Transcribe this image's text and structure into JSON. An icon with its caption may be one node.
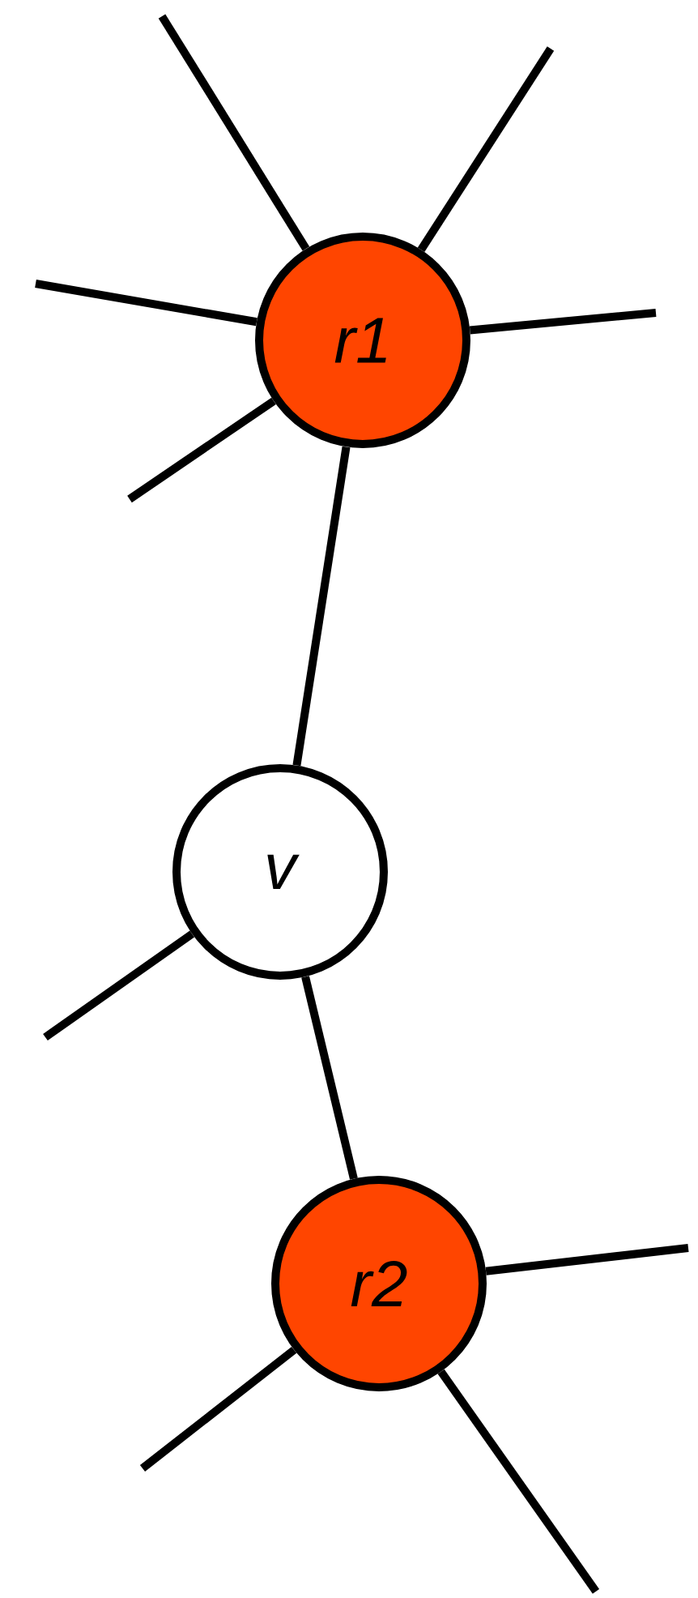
{
  "diagram": {
    "nodes": [
      {
        "text": [
          "r1"
        ]
      },
      {
        "text": [
          "v"
        ]
      },
      {
        "text": [
          "r2"
        ]
      }
    ],
    "edges": [
      {
        "from": 0,
        "to": null,
        "arrow": "none"
      },
      {
        "from": 0,
        "to": null,
        "arrow": "none"
      },
      {
        "from": 0,
        "to": null,
        "arrow": "none"
      },
      {
        "from": 0,
        "to": null,
        "arrow": "none"
      },
      {
        "from": 0,
        "to": null,
        "arrow": "none"
      },
      {
        "from": 0,
        "to": 1,
        "arrow": "none"
      },
      {
        "from": 1,
        "to": null,
        "arrow": "none"
      },
      {
        "from": 1,
        "to": 2,
        "arrow": "none"
      },
      {
        "from": 2,
        "to": null,
        "arrow": "none"
      },
      {
        "from": 2,
        "to": null,
        "arrow": "none"
      },
      {
        "from": 2,
        "to": null,
        "arrow": "none"
      }
    ]
  }
}
